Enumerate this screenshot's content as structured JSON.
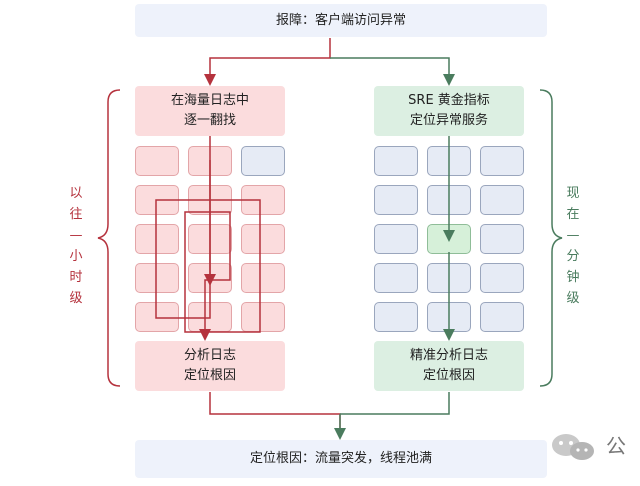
{
  "header": {
    "text": "报障：客户端访问异常"
  },
  "left_panel": {
    "title_lines": [
      "在海量日志中",
      "逐一翻找"
    ],
    "bottom_lines": [
      "分析日志",
      "定位根因"
    ],
    "side_label": "以\n往\n—\n小\n时\n级"
  },
  "right_panel": {
    "title_lines": [
      "SRE 黄金指标",
      "定位异常服务"
    ],
    "bottom_lines": [
      "精准分析日志",
      "定位根因"
    ],
    "side_label": "现\n在\n—\n分\n钟\n级"
  },
  "footer": {
    "text": "定位根因：流量突发，线程池满"
  },
  "logo": {
    "char": "公"
  },
  "colors": {
    "red": "#b5323d",
    "green": "#4a7c5e",
    "blue_bg": "#eef2fb"
  },
  "grid": {
    "left": [
      "red",
      "red",
      "blue",
      "red",
      "red",
      "red",
      "red",
      "red",
      "red",
      "red",
      "red",
      "red",
      "red",
      "red",
      "red"
    ],
    "right": [
      "blue",
      "blue",
      "blue",
      "blue",
      "blue",
      "blue",
      "blue",
      "green",
      "blue",
      "blue",
      "blue",
      "blue",
      "blue",
      "blue",
      "blue"
    ]
  }
}
